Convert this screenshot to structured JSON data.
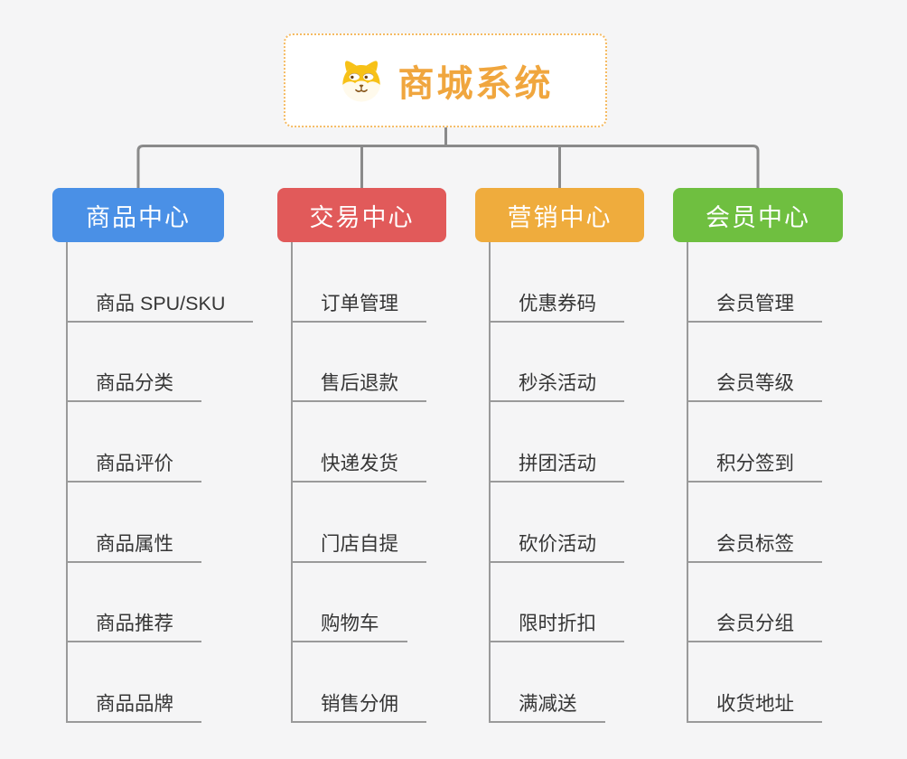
{
  "root": {
    "label": "商城系统",
    "icon": "shiba-dog-icon",
    "text_color": "#f0a63e",
    "border_color": "#f5bb63",
    "background": "#ffffff"
  },
  "branches": [
    {
      "label": "商品中心",
      "color": "#4a90e6",
      "items": [
        "商品 SPU/SKU",
        "商品分类",
        "商品评价",
        "商品属性",
        "商品推荐",
        "商品品牌"
      ]
    },
    {
      "label": "交易中心",
      "color": "#e15a5a",
      "items": [
        "订单管理",
        "售后退款",
        "快递发货",
        "门店自提",
        "购物车",
        "销售分佣"
      ]
    },
    {
      "label": "营销中心",
      "color": "#efac3d",
      "items": [
        "优惠券码",
        "秒杀活动",
        "拼团活动",
        "砍价活动",
        "限时折扣",
        "满减送"
      ]
    },
    {
      "label": "会员中心",
      "color": "#6fbf40",
      "items": [
        "会员管理",
        "会员等级",
        "积分签到",
        "会员标签",
        "会员分组",
        "收货地址"
      ]
    }
  ],
  "style": {
    "background": "#f5f5f6",
    "connector_color": "#8a8a8a",
    "underline_color": "#9a9a9a",
    "item_text_color": "#363636",
    "branch_text_color": "#ffffff"
  }
}
